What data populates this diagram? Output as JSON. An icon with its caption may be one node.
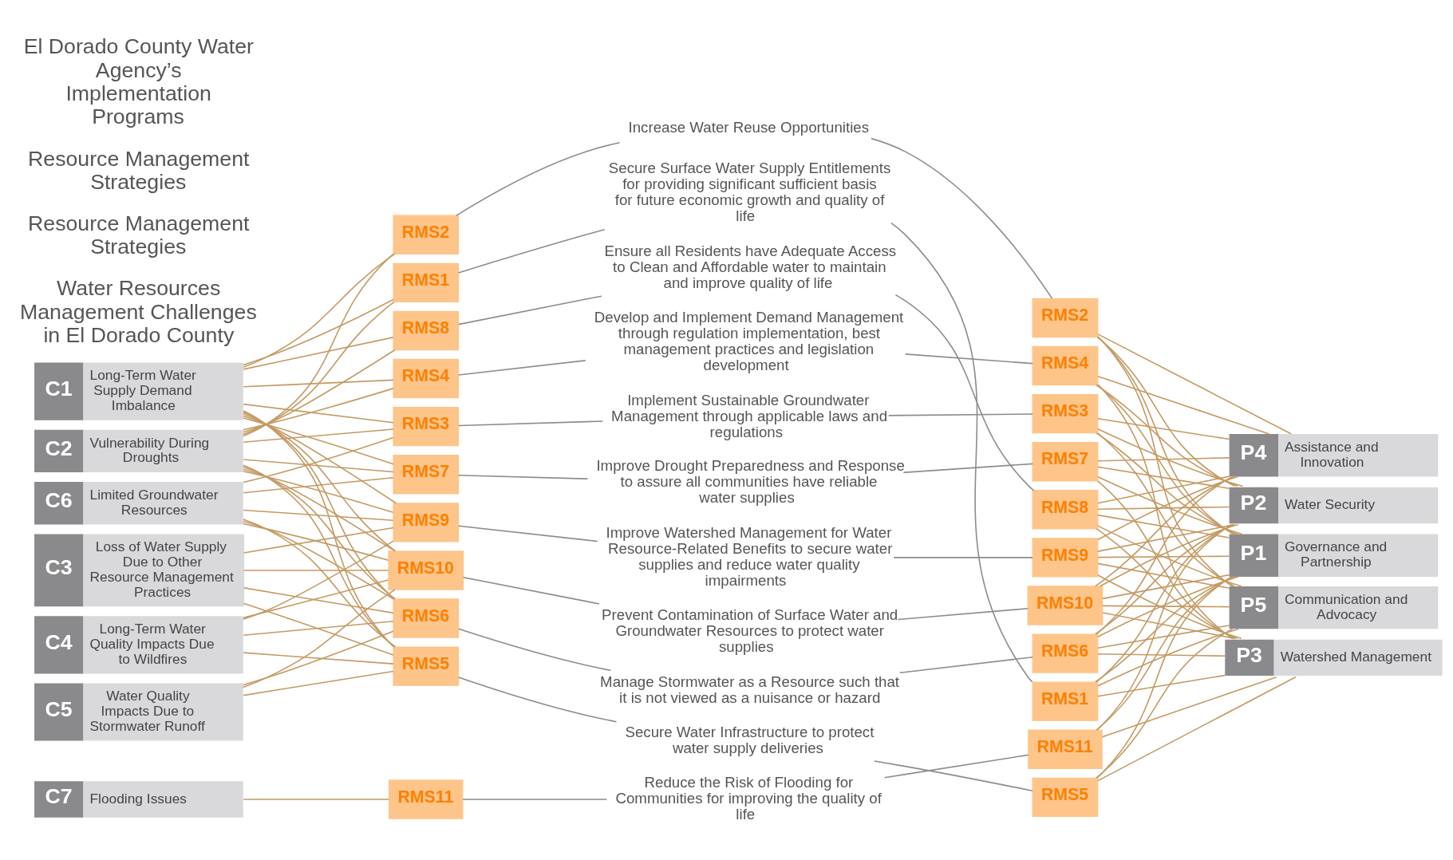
{
  "diagram": {
    "nodes": [
      {
        "text": [
          "C1",
          "Long-Term Water Supply Demand Imbalance"
        ]
      },
      {
        "text": [
          "C2",
          "Vulnerability During Droughts"
        ]
      },
      {
        "text": [
          "C3",
          "Loss of Water Supply Due to Other Resource Management Practices"
        ]
      },
      {
        "text": [
          "C4",
          "Long-Term Water Quality Impacts Due to Wildfires"
        ]
      },
      {
        "text": [
          "C5",
          "Water Quality Impacts Due to Stormwater Runoff"
        ]
      },
      {
        "text": [
          "C6",
          "Limited Groundwater Resources"
        ]
      },
      {
        "text": [
          "C7",
          "Flooding Issues"
        ]
      },
      {
        "text": [
          "RMS10"
        ]
      },
      {
        "text": [
          "RMS8"
        ]
      },
      {
        "text": [
          "RMS6"
        ]
      },
      {
        "text": [
          "RMS4"
        ]
      },
      {
        "text": [
          "RMS2"
        ]
      },
      {
        "text": [
          "RMS1"
        ]
      },
      {
        "text": [
          "RMS3"
        ]
      },
      {
        "text": [
          "RMS5"
        ]
      },
      {
        "text": [
          "RMS7"
        ]
      },
      {
        "text": [
          "RMS9"
        ]
      },
      {
        "text": [
          "RMS11"
        ]
      },
      {
        "text": [
          "Prevent Contamination of Surface Water and Groundwater Resources to protect water supplies"
        ]
      },
      {
        "text": [
          "Ensure all Residents have Adequate Access to Clean and Affordable water to maintain and improve quality of life"
        ]
      },
      {
        "text": [
          "Manage Stormwater as a Resource such that it is not viewed as a nuisance or hazard"
        ]
      },
      {
        "text": [
          "Develop and Implement Demand Management through regulation implementation, best management practices and legislation development"
        ]
      },
      {
        "text": [
          "Increase Water Reuse Opportunities"
        ]
      },
      {
        "text": [
          "Secure Surface Water Supply Entitlements for providing significant sufficient basis for future economic growth and quality of life"
        ]
      },
      {
        "text": [
          "Implement Sustainable Groundwater Management through applicable laws and regulations"
        ]
      },
      {
        "text": [
          "Secure Water Infrastructure to protect water supply deliveries"
        ]
      },
      {
        "text": [
          "Improve Drought Preparedness and Response to assure all communities have reliable water supplies"
        ]
      },
      {
        "text": [
          "Improve Watershed Management for Water Resource-Related Benefits to secure water supplies and reduce water quality impairments"
        ]
      },
      {
        "text": [
          "Reduce the Risk of Flooding for Communities for improving the quality of life"
        ]
      },
      {
        "text": [
          "RMS10"
        ]
      },
      {
        "text": [
          "RMS8"
        ]
      },
      {
        "text": [
          "RMS6"
        ]
      },
      {
        "text": [
          "RMS4"
        ]
      },
      {
        "text": [
          "RMS2"
        ]
      },
      {
        "text": [
          "RMS1"
        ]
      },
      {
        "text": [
          "RMS3"
        ]
      },
      {
        "text": [
          "RMS5"
        ]
      },
      {
        "text": [
          "RMS7"
        ]
      },
      {
        "text": [
          "RMS9"
        ]
      },
      {
        "text": [
          "RMS11"
        ]
      },
      {
        "text": [
          "P1",
          "Governance and Partnership"
        ]
      },
      {
        "text": [
          "P2",
          "Water Security"
        ]
      },
      {
        "text": [
          "P3",
          "Watershed Management"
        ]
      },
      {
        "text": [
          "P4",
          "Assistance and Innovation"
        ]
      },
      {
        "text": [
          "P5",
          "Communication and Advocacy"
        ]
      }
    ],
    "edges": [
      {
        "from": 0,
        "to": 7,
        "arrow": "none"
      },
      {
        "from": 1,
        "to": 7,
        "arrow": "none"
      },
      {
        "from": 2,
        "to": 7,
        "arrow": "none"
      },
      {
        "from": 3,
        "to": 7,
        "arrow": "none"
      },
      {
        "from": 4,
        "to": 7,
        "arrow": "none"
      },
      {
        "from": 5,
        "to": 7,
        "arrow": "none"
      },
      {
        "from": 0,
        "to": 8,
        "arrow": "none"
      },
      {
        "from": 1,
        "to": 8,
        "arrow": "none"
      },
      {
        "from": 0,
        "to": 9,
        "arrow": "none"
      },
      {
        "from": 1,
        "to": 9,
        "arrow": "none"
      },
      {
        "from": 2,
        "to": 9,
        "arrow": "none"
      },
      {
        "from": 3,
        "to": 9,
        "arrow": "none"
      },
      {
        "from": 4,
        "to": 9,
        "arrow": "none"
      },
      {
        "from": 5,
        "to": 9,
        "arrow": "none"
      },
      {
        "from": 0,
        "to": 10,
        "arrow": "none"
      },
      {
        "from": 1,
        "to": 10,
        "arrow": "none"
      },
      {
        "from": 0,
        "to": 11,
        "arrow": "none"
      },
      {
        "from": 1,
        "to": 11,
        "arrow": "none"
      },
      {
        "from": 0,
        "to": 12,
        "arrow": "none"
      },
      {
        "from": 1,
        "to": 12,
        "arrow": "none"
      },
      {
        "from": 0,
        "to": 13,
        "arrow": "none"
      },
      {
        "from": 1,
        "to": 13,
        "arrow": "none"
      },
      {
        "from": 5,
        "to": 13,
        "arrow": "none"
      },
      {
        "from": 0,
        "to": 14,
        "arrow": "none"
      },
      {
        "from": 1,
        "to": 14,
        "arrow": "none"
      },
      {
        "from": 2,
        "to": 14,
        "arrow": "none"
      },
      {
        "from": 3,
        "to": 14,
        "arrow": "none"
      },
      {
        "from": 4,
        "to": 14,
        "arrow": "none"
      },
      {
        "from": 5,
        "to": 14,
        "arrow": "none"
      },
      {
        "from": 0,
        "to": 15,
        "arrow": "none"
      },
      {
        "from": 1,
        "to": 15,
        "arrow": "none"
      },
      {
        "from": 5,
        "to": 15,
        "arrow": "none"
      },
      {
        "from": 0,
        "to": 16,
        "arrow": "none"
      },
      {
        "from": 1,
        "to": 16,
        "arrow": "none"
      },
      {
        "from": 2,
        "to": 16,
        "arrow": "none"
      },
      {
        "from": 3,
        "to": 16,
        "arrow": "none"
      },
      {
        "from": 5,
        "to": 16,
        "arrow": "none"
      },
      {
        "from": 6,
        "to": 17,
        "arrow": "none"
      },
      {
        "from": 7,
        "to": 18,
        "arrow": "none",
        "color": "#8c8c8c"
      },
      {
        "from": 8,
        "to": 19,
        "arrow": "none",
        "color": "#8c8c8c"
      },
      {
        "from": 9,
        "to": 20,
        "arrow": "none",
        "color": "#8c8c8c"
      },
      {
        "from": 10,
        "to": 21,
        "arrow": "none",
        "color": "#8c8c8c"
      },
      {
        "from": 11,
        "to": 22,
        "arrow": "none",
        "color": "#8c8c8c"
      },
      {
        "from": 12,
        "to": 23,
        "arrow": "none",
        "color": "#8c8c8c"
      },
      {
        "from": 13,
        "to": 24,
        "arrow": "none",
        "color": "#8c8c8c"
      },
      {
        "from": 14,
        "to": 25,
        "arrow": "none",
        "color": "#8c8c8c"
      },
      {
        "from": 15,
        "to": 26,
        "arrow": "none",
        "color": "#8c8c8c"
      },
      {
        "from": 16,
        "to": 27,
        "arrow": "none",
        "color": "#8c8c8c"
      },
      {
        "from": 17,
        "to": 28,
        "arrow": "none",
        "color": "#8c8c8c"
      },
      {
        "from": 18,
        "to": 29,
        "arrow": "none",
        "color": "#8c8c8c"
      },
      {
        "from": 19,
        "to": 30,
        "arrow": "none",
        "color": "#8c8c8c"
      },
      {
        "from": 20,
        "to": 31,
        "arrow": "none",
        "color": "#8c8c8c"
      },
      {
        "from": 21,
        "to": 32,
        "arrow": "none",
        "color": "#8c8c8c"
      },
      {
        "from": 22,
        "to": 33,
        "arrow": "none",
        "color": "#8c8c8c"
      },
      {
        "from": 23,
        "to": 34,
        "arrow": "none",
        "color": "#8c8c8c"
      },
      {
        "from": 24,
        "to": 35,
        "arrow": "none",
        "color": "#8c8c8c"
      },
      {
        "from": 25,
        "to": 36,
        "arrow": "none",
        "color": "#8c8c8c"
      },
      {
        "from": 26,
        "to": 37,
        "arrow": "none",
        "color": "#8c8c8c"
      },
      {
        "from": 27,
        "to": 38,
        "arrow": "none",
        "color": "#8c8c8c"
      },
      {
        "from": 28,
        "to": 39,
        "arrow": "none",
        "color": "#8c8c8c"
      },
      {
        "from": 29,
        "to": 40,
        "arrow": "none"
      },
      {
        "from": 29,
        "to": 41,
        "arrow": "none"
      },
      {
        "from": 29,
        "to": 42,
        "arrow": "none"
      },
      {
        "from": 29,
        "to": 43,
        "arrow": "none"
      },
      {
        "from": 29,
        "to": 44,
        "arrow": "none"
      },
      {
        "from": 30,
        "to": 40,
        "arrow": "none"
      },
      {
        "from": 30,
        "to": 41,
        "arrow": "none"
      },
      {
        "from": 30,
        "to": 42,
        "arrow": "none"
      },
      {
        "from": 30,
        "to": 43,
        "arrow": "none"
      },
      {
        "from": 30,
        "to": 44,
        "arrow": "none"
      },
      {
        "from": 31,
        "to": 40,
        "arrow": "none"
      },
      {
        "from": 31,
        "to": 41,
        "arrow": "none"
      },
      {
        "from": 31,
        "to": 42,
        "arrow": "none"
      },
      {
        "from": 31,
        "to": 43,
        "arrow": "none"
      },
      {
        "from": 31,
        "to": 44,
        "arrow": "none"
      },
      {
        "from": 32,
        "to": 40,
        "arrow": "none"
      },
      {
        "from": 32,
        "to": 41,
        "arrow": "none"
      },
      {
        "from": 32,
        "to": 42,
        "arrow": "none"
      },
      {
        "from": 32,
        "to": 43,
        "arrow": "none"
      },
      {
        "from": 33,
        "to": 40,
        "arrow": "none"
      },
      {
        "from": 33,
        "to": 41,
        "arrow": "none"
      },
      {
        "from": 33,
        "to": 43,
        "arrow": "none"
      },
      {
        "from": 33,
        "to": 44,
        "arrow": "none"
      },
      {
        "from": 34,
        "to": 40,
        "arrow": "none"
      },
      {
        "from": 34,
        "to": 41,
        "arrow": "none"
      },
      {
        "from": 34,
        "to": 42,
        "arrow": "none"
      },
      {
        "from": 34,
        "to": 44,
        "arrow": "none"
      },
      {
        "from": 35,
        "to": 40,
        "arrow": "none"
      },
      {
        "from": 35,
        "to": 41,
        "arrow": "none"
      },
      {
        "from": 35,
        "to": 43,
        "arrow": "none"
      },
      {
        "from": 35,
        "to": 44,
        "arrow": "none"
      },
      {
        "from": 36,
        "to": 40,
        "arrow": "none"
      },
      {
        "from": 36,
        "to": 42,
        "arrow": "none"
      },
      {
        "from": 36,
        "to": 44,
        "arrow": "none"
      },
      {
        "from": 37,
        "to": 40,
        "arrow": "none"
      },
      {
        "from": 37,
        "to": 41,
        "arrow": "none"
      },
      {
        "from": 37,
        "to": 42,
        "arrow": "none"
      },
      {
        "from": 37,
        "to": 43,
        "arrow": "none"
      },
      {
        "from": 38,
        "to": 40,
        "arrow": "none"
      },
      {
        "from": 38,
        "to": 41,
        "arrow": "none"
      },
      {
        "from": 38,
        "to": 42,
        "arrow": "none"
      },
      {
        "from": 38,
        "to": 43,
        "arrow": "none"
      },
      {
        "from": 38,
        "to": 44,
        "arrow": "none"
      },
      {
        "from": 39,
        "to": 40,
        "arrow": "none"
      },
      {
        "from": 39,
        "to": 41,
        "arrow": "none"
      },
      {
        "from": 39,
        "to": 42,
        "arrow": "none"
      }
    ],
    "labels": [
      "Water Resources Management Challenges in El Dorado County",
      "Resource Management Strategies",
      "Resource Management Strategies",
      "El Dorado County Water Agency’s Implementation Programs"
    ]
  }
}
